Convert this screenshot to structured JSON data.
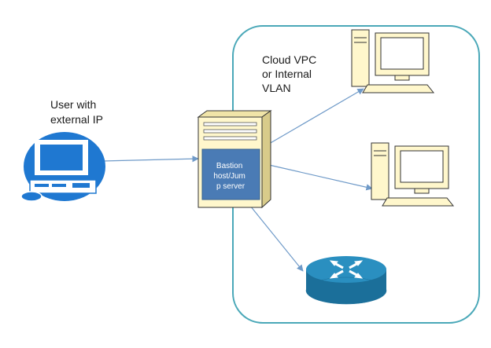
{
  "user_label": {
    "line1": "User with",
    "line2": "external IP"
  },
  "cloud_label": {
    "line1": "Cloud VPC",
    "line2": "or Internal",
    "line3": "VLAN"
  },
  "server_label": {
    "line1": "Bastion",
    "line2": "host/Jum",
    "line3": "p server"
  },
  "colors": {
    "boundary": "#4aa8b8",
    "arrow": "#6f9ac8",
    "user_pc_blue": "#1f78d1",
    "server_body": "#fff7cc",
    "server_panel": "#4a7bb5",
    "router_blue": "#2a8fc0"
  },
  "icons": [
    "user-computer-icon",
    "server-tower-icon",
    "desktop-computer-icon",
    "router-icon"
  ]
}
